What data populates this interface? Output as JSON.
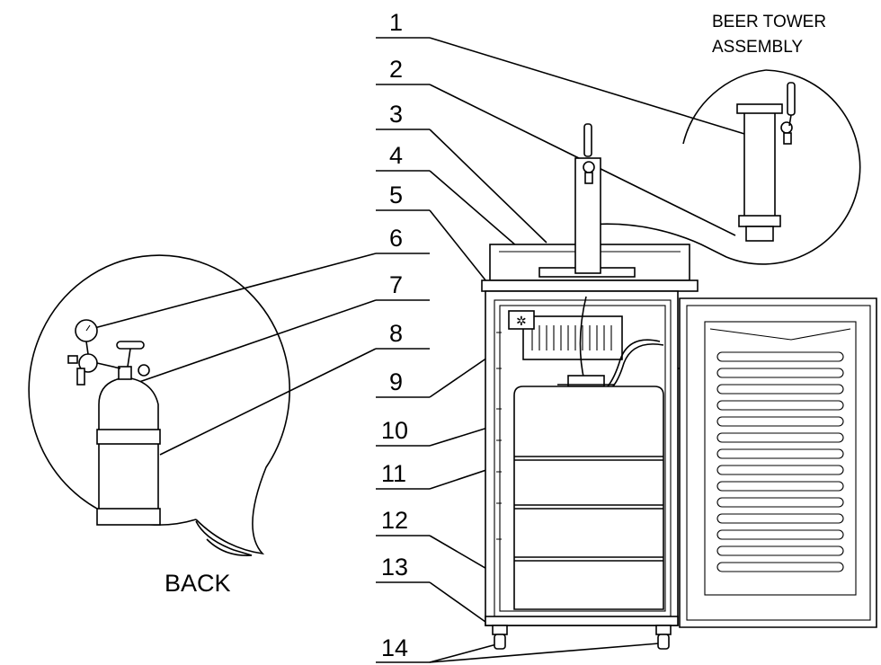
{
  "callouts": [
    "1",
    "2",
    "3",
    "4",
    "5",
    "6",
    "7",
    "8",
    "9",
    "10",
    "11",
    "12",
    "13",
    "14"
  ],
  "captions": {
    "tower_line1": "BEER TOWER",
    "tower_line2": "ASSEMBLY",
    "back": "BACK"
  },
  "colors": {
    "ink": "#000000",
    "paper": "#ffffff"
  },
  "icons": [
    "co2-tank-icon",
    "pressure-gauge-icon",
    "regulator-valve-icon",
    "tap-handle-icon",
    "caster-wheel-icon"
  ]
}
